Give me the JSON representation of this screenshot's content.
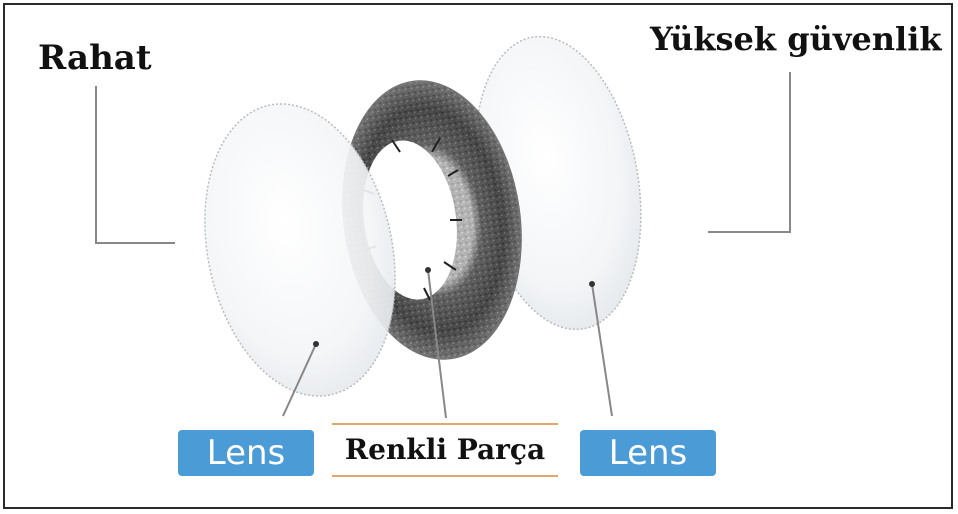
{
  "labels": {
    "left_heading": "Rahat",
    "right_heading": "Yüksek güvenlik",
    "left_lens": "Lens",
    "center_part": "Renkli Parça",
    "right_lens": "Lens"
  },
  "colors": {
    "badge": "#4a9bd6",
    "center_rule": "#e0a96b",
    "callout_line": "#888888"
  }
}
